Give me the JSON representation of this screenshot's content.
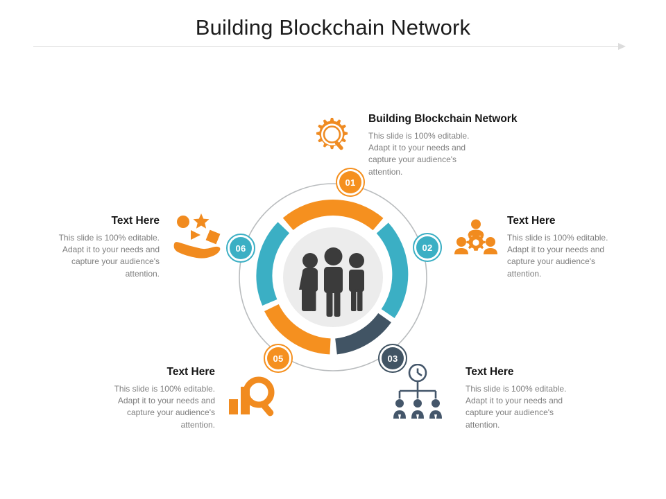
{
  "slide": {
    "title": "Building Blockchain Network",
    "divider_icon": "arrow-right-icon"
  },
  "center": {
    "icon": "three-people-icon",
    "ring_colors": {
      "orange": "#f5901f",
      "teal": "#3bafc4",
      "navy": "#415464",
      "outer_track": "#b9bcbe",
      "inner_disc": "#ececec"
    }
  },
  "badges": [
    {
      "label": "01",
      "color": "orange"
    },
    {
      "label": "02",
      "color": "teal"
    },
    {
      "label": "03",
      "color": "navy"
    },
    {
      "label": "05",
      "color": "orange"
    },
    {
      "label": "06",
      "color": "teal"
    }
  ],
  "blocks": {
    "top_right": {
      "heading": "Building Blockchain Network",
      "body": "This slide is 100% editable. Adapt it to your needs and capture your audience's attention.",
      "icon": "gear-magnifier-icon"
    },
    "right": {
      "heading": "Text Here",
      "body": "This slide is 100% editable. Adapt it to your needs and capture your audience's attention.",
      "icon": "team-gear-icon"
    },
    "bottom_right": {
      "heading": "Text Here",
      "body": "This slide is 100% editable. Adapt it to your needs and capture your audience's attention.",
      "icon": "org-chart-clock-icon"
    },
    "bottom_left": {
      "heading": "Text Here",
      "body": "This slide is 100% editable. Adapt it to your needs and capture your audience's attention.",
      "icon": "bar-chart-magnifier-icon"
    },
    "left": {
      "heading": "Text Here",
      "body": "This slide is 100% editable. Adapt it to your needs and capture your audience's attention.",
      "icon": "hand-shapes-icon"
    }
  }
}
